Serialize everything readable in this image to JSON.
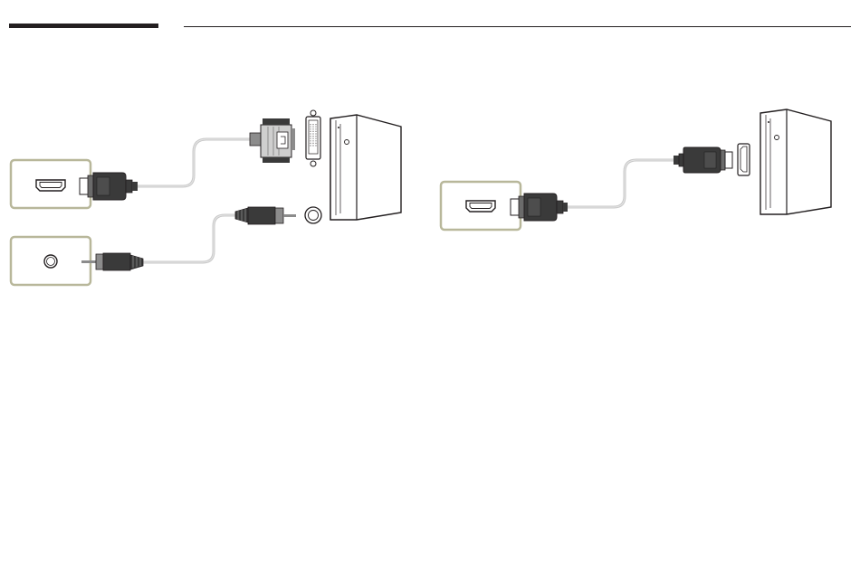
{
  "colors": {
    "port_frame": "#b8b79a",
    "port_fill": "#ffffff",
    "connector_dark": "#3a3a3a",
    "connector_mid": "#8c8c8c",
    "connector_light": "#cfcfcf",
    "cable": "#c8c8c8",
    "outline": "#231f20",
    "rule": "#231f20"
  },
  "diagram": {
    "left_setup": {
      "monitor_ports": [
        "hdmi-port-icon",
        "audio-in-port-icon"
      ],
      "cables": [
        "hdmi-to-dvi-cable",
        "stereo-audio-cable"
      ],
      "pc_ports": [
        "dvi-port-icon",
        "audio-out-port-icon"
      ],
      "device": "pc-tower-icon"
    },
    "right_setup": {
      "monitor_ports": [
        "hdmi-port-icon"
      ],
      "cables": [
        "hdmi-to-hdmi-cable"
      ],
      "pc_ports": [
        "hdmi-port-icon"
      ],
      "device": "pc-tower-icon"
    }
  }
}
